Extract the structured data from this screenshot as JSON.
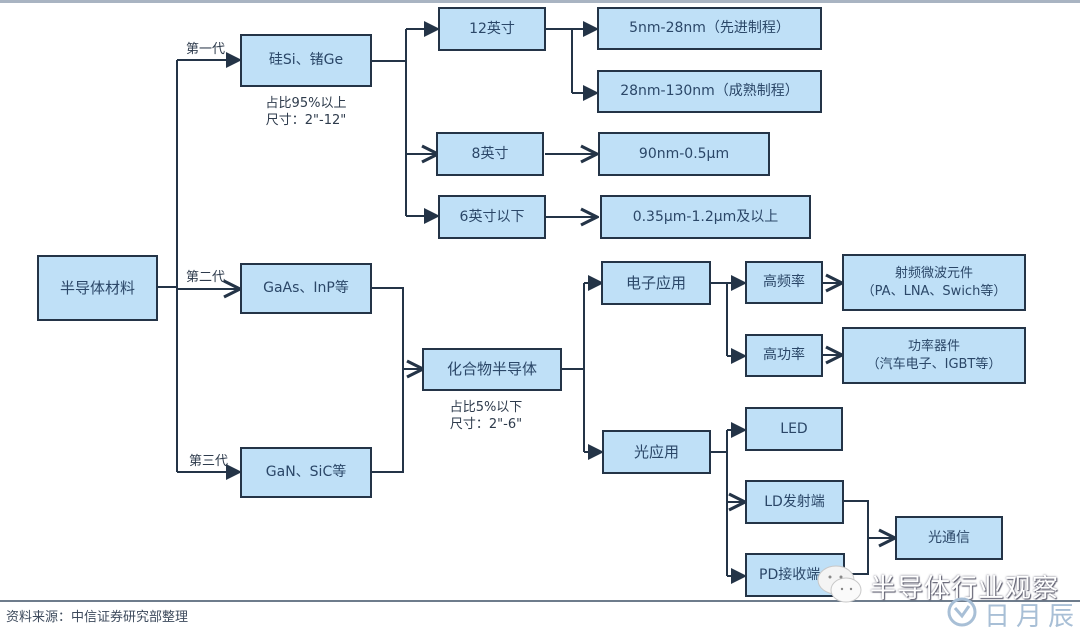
{
  "diagram": {
    "root": "半导体材料",
    "generations": [
      {
        "label": "第一代",
        "materials": "硅Si、锗Ge",
        "note_share": "占比95%以上",
        "note_size": "尺寸：2\"-12\""
      },
      {
        "label": "第二代",
        "materials": "GaAs、InP等"
      },
      {
        "label": "第三代",
        "materials": "GaN、SiC等"
      }
    ],
    "wafer_sizes": [
      {
        "size": "12英寸",
        "processes": [
          "5nm-28nm（先进制程）",
          "28nm-130nm（成熟制程）"
        ]
      },
      {
        "size": "8英寸",
        "processes": [
          "90nm-0.5μm"
        ]
      },
      {
        "size": "6英寸以下",
        "processes": [
          "0.35μm-1.2μm及以上"
        ]
      }
    ],
    "compound": {
      "label": "化合物半导体",
      "note_share": "占比5%以下",
      "note_size": "尺寸：2\"-6\""
    },
    "applications": {
      "electronic": {
        "label": "电子应用",
        "branches": [
          {
            "label": "高频率",
            "target_line1": "射频微波元件",
            "target_line2": "（PA、LNA、Swich等）"
          },
          {
            "label": "高功率",
            "target_line1": "功率器件",
            "target_line2": "（汽车电子、IGBT等）"
          }
        ]
      },
      "optical": {
        "label": "光应用",
        "branches": [
          "LED",
          "LD发射端",
          "PD接收端"
        ],
        "comm_target": "光通信"
      }
    }
  },
  "footer": {
    "source": "资料来源：中信证券研究部整理"
  },
  "watermark": {
    "account": "半导体行业观察",
    "brand": "日月辰"
  },
  "colors": {
    "box_fill": "#bfe0f7",
    "box_border": "#243447",
    "text": "#2b4768",
    "line": "#243447"
  }
}
